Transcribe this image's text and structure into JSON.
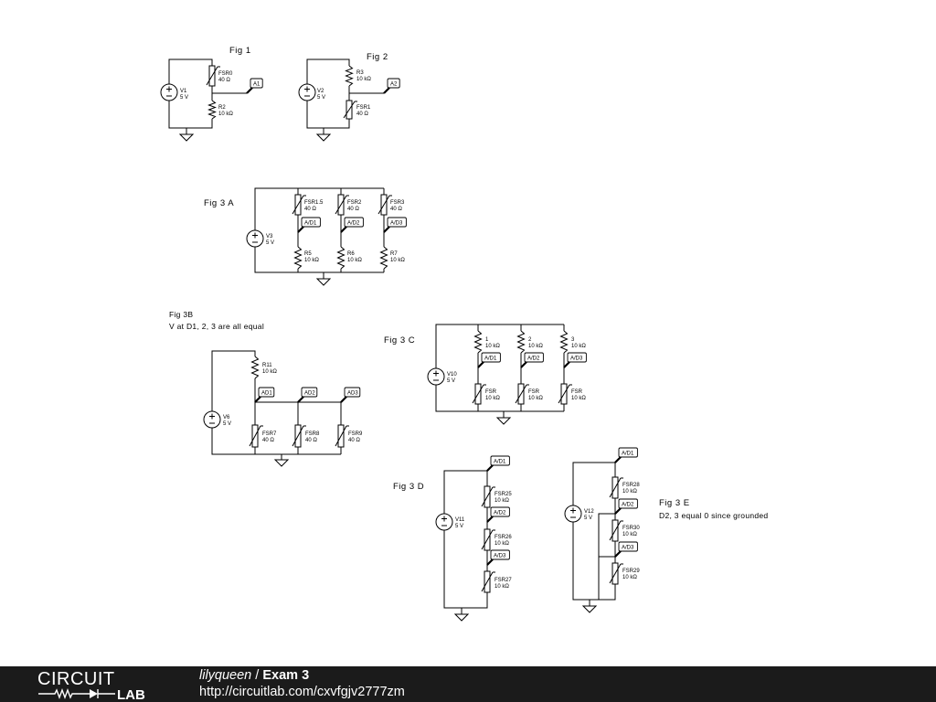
{
  "figures": {
    "fig1": {
      "title": "Fig 1",
      "source": {
        "name": "V1",
        "value": "5 V"
      },
      "parts": [
        {
          "name": "FSR0",
          "value": "40 Ω"
        },
        {
          "name": "R2",
          "value": "10 kΩ"
        }
      ],
      "probe": "A1"
    },
    "fig2": {
      "title": "Fig 2",
      "source": {
        "name": "V2",
        "value": "5 V"
      },
      "parts": [
        {
          "name": "R3",
          "value": "10 kΩ"
        },
        {
          "name": "FSR1",
          "value": "40 Ω"
        }
      ],
      "probe": "A2"
    },
    "fig3a": {
      "title": "Fig 3 A",
      "source": {
        "name": "V3",
        "value": "5 V"
      },
      "fsr": [
        {
          "name": "FSR1.5",
          "value": "40 Ω"
        },
        {
          "name": "FSR2",
          "value": "40 Ω"
        },
        {
          "name": "FSR3",
          "value": "40 Ω"
        }
      ],
      "resistors": [
        {
          "name": "R5",
          "value": "10 kΩ"
        },
        {
          "name": "R6",
          "value": "10 kΩ"
        },
        {
          "name": "R7",
          "value": "10 kΩ"
        }
      ],
      "probes": [
        "A/D1",
        "A/D2",
        "A/D3"
      ]
    },
    "fig3b": {
      "title": "Fig 3B",
      "note": "V at  D1, 2, 3  are  all  equal",
      "source": {
        "name": "V6",
        "value": "5 V"
      },
      "resistor": {
        "name": "R11",
        "value": "10 kΩ"
      },
      "fsr": [
        {
          "name": "FSR7",
          "value": "40 Ω"
        },
        {
          "name": "FSR8",
          "value": "40 Ω"
        },
        {
          "name": "FSR9",
          "value": "40 Ω"
        }
      ],
      "probes": [
        "AD1",
        "AD2",
        "AD3"
      ]
    },
    "fig3c": {
      "title": "Fig 3 C",
      "source": {
        "name": "V10",
        "value": "5 V"
      },
      "resistors": [
        {
          "name": "1",
          "value": "10 kΩ"
        },
        {
          "name": "2",
          "value": "10 kΩ"
        },
        {
          "name": "3",
          "value": "10 kΩ"
        }
      ],
      "fsr": [
        {
          "name": "FSR",
          "value": "10 kΩ"
        },
        {
          "name": "FSR",
          "value": "10 kΩ"
        },
        {
          "name": "FSR",
          "value": "10 kΩ"
        }
      ],
      "probes": [
        "A/D1",
        "A/D2",
        "A/D3"
      ]
    },
    "fig3d": {
      "title": "Fig 3 D",
      "source": {
        "name": "V11",
        "value": "5 V"
      },
      "fsr": [
        {
          "name": "FSR25",
          "value": "10 kΩ"
        },
        {
          "name": "FSR26",
          "value": "10 kΩ"
        },
        {
          "name": "FSR27",
          "value": "10 kΩ"
        }
      ],
      "probes": [
        "A/D1",
        "A/D2",
        "A/D3"
      ]
    },
    "fig3e": {
      "title": "Fig 3 E",
      "note": "D2, 3  equal   0  since  grounded",
      "source": {
        "name": "V12",
        "value": "5 V"
      },
      "fsr": [
        {
          "name": "FSR28",
          "value": "10 kΩ"
        },
        {
          "name": "FSR30",
          "value": "10 kΩ"
        },
        {
          "name": "FSR29",
          "value": "10 kΩ"
        }
      ],
      "probes": [
        "A/D1",
        "A/D2",
        "A/D3"
      ]
    }
  },
  "footer": {
    "logo_top": "CIRCUIT",
    "logo_bottom": "LAB",
    "user": "lilyqueen",
    "separator": " / ",
    "project": "Exam 3",
    "url": "http://circuitlab.com/cxvfgjv2777zm"
  },
  "colors": {
    "wire": "#000000",
    "footer_bg": "#1b1b1b",
    "footer_text": "#ffffff"
  }
}
